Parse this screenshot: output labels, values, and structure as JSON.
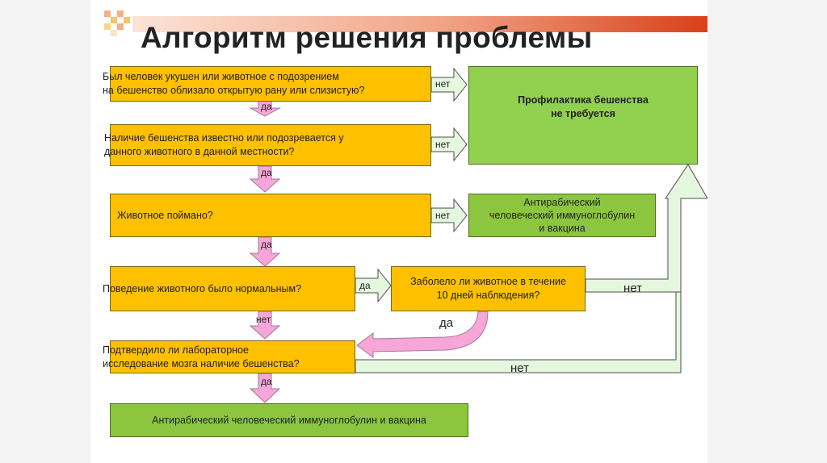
{
  "title": "Алгоритм решения проблемы",
  "colors": {
    "question_box": "#ffc000",
    "outcome_box": "#92d050",
    "yes_arrow": "#f7a6d9",
    "no_arrow": "#e6f7df"
  },
  "questions": [
    "Был человек укушен или животное с подозрением\nна бешенство облизало открытую рану или слизистую?",
    "Наличие бешенства известно или подозревается у\nданного животного в данной местности?",
    "Животное поймано?",
    "Поведение животного было нормальным?",
    "Заболело ли животное в течение\n10 дней наблюдения?",
    "Подтвердило ли лабораторное\nисследование мозга наличие бешенства?"
  ],
  "outcomes": {
    "no_prophylaxis": "Профилактика бешенства\nне требуется",
    "immunoglobulin_short": "Антирабический\nчеловеческий иммуноглобулин\nи вакцина",
    "immunoglobulin_final": "Антирабический человеческий иммуноглобулин и вакцина"
  },
  "labels": {
    "yes": "да",
    "no": "нет"
  }
}
